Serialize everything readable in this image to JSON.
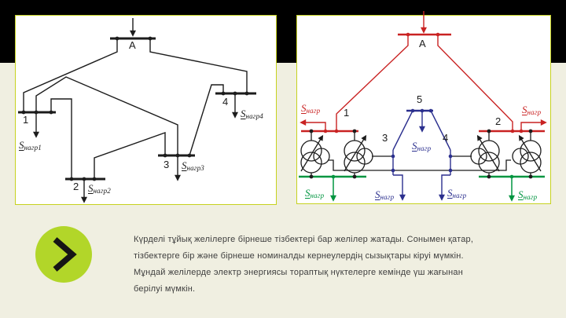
{
  "page": {
    "background": "#f0efe1",
    "top_band_color": "#000000",
    "box_border_color": "#c6d21f",
    "box_background": "#ffffff"
  },
  "s_symbol": "S",
  "left_diagram": {
    "node_a": "A",
    "n1": "1",
    "n2": "2",
    "n3": "3",
    "n4": "4",
    "load1": "нагр1",
    "load2": "нагр2",
    "load3": "нагр3",
    "load4": "нагр4",
    "wire_color": "#1c1c1c"
  },
  "right_diagram": {
    "node_a": "A",
    "n1": "1",
    "n2": "2",
    "n3": "3",
    "n4": "4",
    "n5": "5",
    "load": "нагр",
    "colors": {
      "hv_red": "#c92222",
      "mv_blue": "#2b2f8e",
      "lv_green": "#009540"
    }
  },
  "caption": {
    "color": "#3e3e3e",
    "lines": [
      "Күрделі тұйық желілерге бірнеше тізбектері бар желілер жатады. Сонымен қатар,",
      "тізбектерге бір және бірнеше номиналды кернеулердің сызықтары кіруі мүмкін.",
      "Мұндай желілерде электр энергиясы тораптық нүктелерге кемінде үш жағынан",
      "берілуі мүмкін."
    ]
  },
  "next_button": {
    "background": "#b2d629",
    "icon": "chevron-right"
  }
}
